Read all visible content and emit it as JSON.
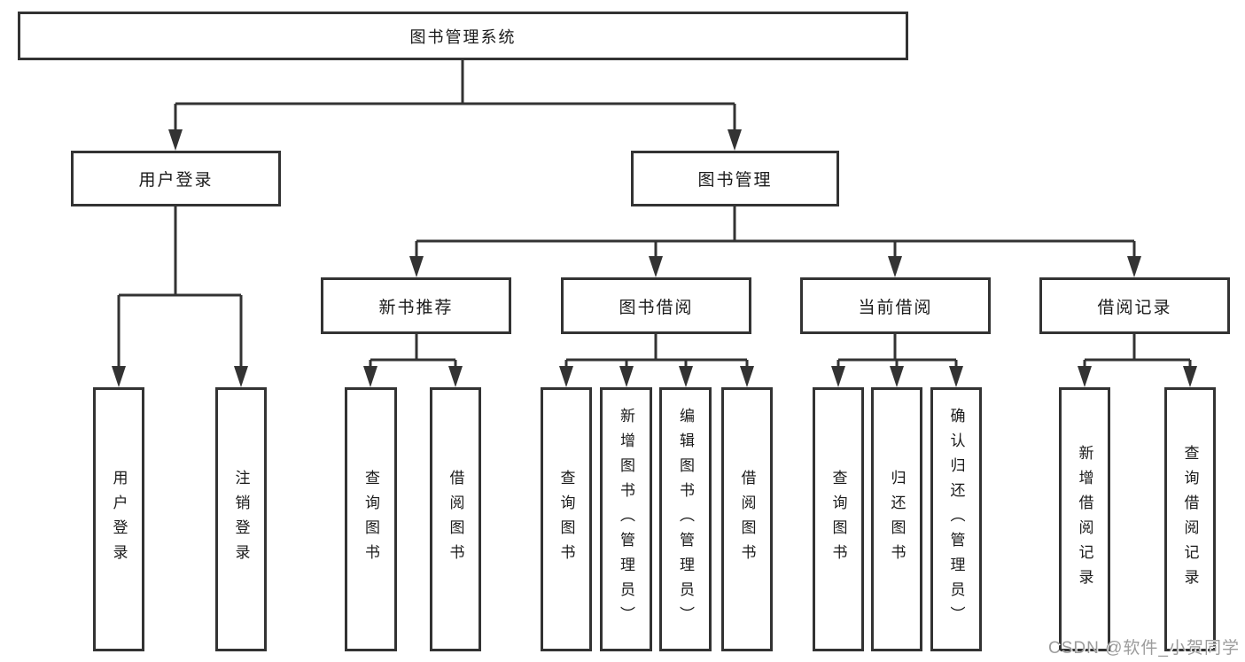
{
  "root": {
    "label": "图书管理系统"
  },
  "branches": {
    "user": {
      "label": "用户登录",
      "leaves": [
        "用户登录",
        "注销登录"
      ]
    },
    "book": {
      "label": "图书管理",
      "modules": [
        {
          "label": "新书推荐",
          "leaves": [
            "查询图书",
            "借阅图书"
          ]
        },
        {
          "label": "图书借阅",
          "leaves": [
            "查询图书",
            "新增图书（管理员）",
            "编辑图书（管理员）",
            "借阅图书"
          ]
        },
        {
          "label": "当前借阅",
          "leaves": [
            "查询图书",
            "归还图书",
            "确认归还（管理员）"
          ]
        },
        {
          "label": "借阅记录",
          "leaves": [
            "新增借阅记录",
            "查询借阅记录"
          ]
        }
      ]
    }
  },
  "watermark": {
    "text": "CSDN @软件_小贺同学"
  },
  "colors": {
    "line": "#333333",
    "box_border": "#333333",
    "text": "#1a1a1a",
    "watermark": "#9c9c9c",
    "background": "#ffffff"
  }
}
